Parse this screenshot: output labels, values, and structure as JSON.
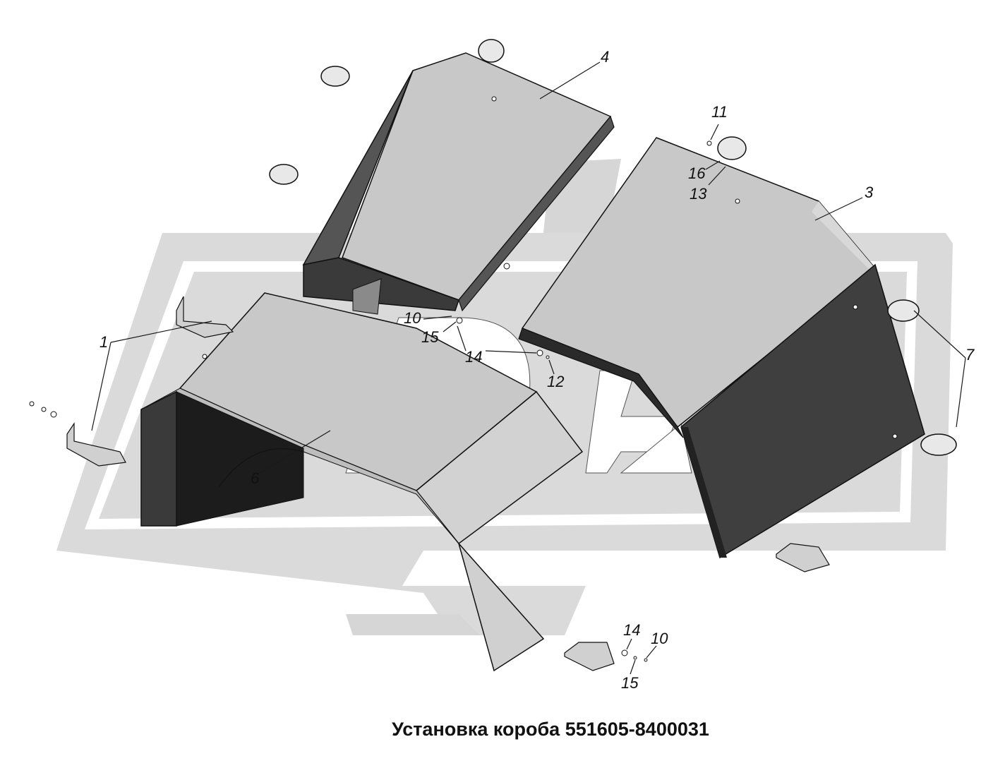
{
  "caption": "Установка короба 551605-8400031",
  "colors": {
    "watermark": "#d6d6d6",
    "panel_top": "#c8c8c8",
    "panel_light": "#d4d4d4",
    "panel_side": "#555555",
    "panel_dark": "#3a3a3a",
    "edge": "#111111"
  },
  "callouts": [
    {
      "id": "c1",
      "label": "1"
    },
    {
      "id": "c3",
      "label": "3"
    },
    {
      "id": "c4",
      "label": "4"
    },
    {
      "id": "c6",
      "label": "6"
    },
    {
      "id": "c7",
      "label": "7"
    },
    {
      "id": "c10a",
      "label": "10"
    },
    {
      "id": "c10b",
      "label": "10"
    },
    {
      "id": "c11",
      "label": "11"
    },
    {
      "id": "c12",
      "label": "12"
    },
    {
      "id": "c13",
      "label": "13"
    },
    {
      "id": "c14a",
      "label": "14"
    },
    {
      "id": "c14b",
      "label": "14"
    },
    {
      "id": "c15a",
      "label": "15"
    },
    {
      "id": "c15b",
      "label": "15"
    },
    {
      "id": "c16",
      "label": "16"
    }
  ]
}
